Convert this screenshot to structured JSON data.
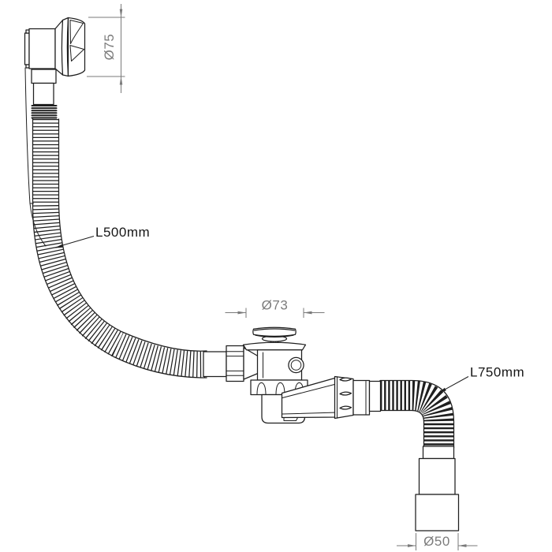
{
  "drawing": {
    "labels": {
      "overflow_knob_diameter": "Ø75",
      "waste_flange_diameter": "Ø73",
      "outlet_diameter": "Ø50",
      "overflow_hose_length": "L500mm",
      "outlet_hose_length": "L750mm"
    },
    "colors": {
      "line": "#1f1f1f",
      "dimension": "#7a7a7a",
      "label_text": "#161616",
      "background": "#ffffff"
    }
  }
}
